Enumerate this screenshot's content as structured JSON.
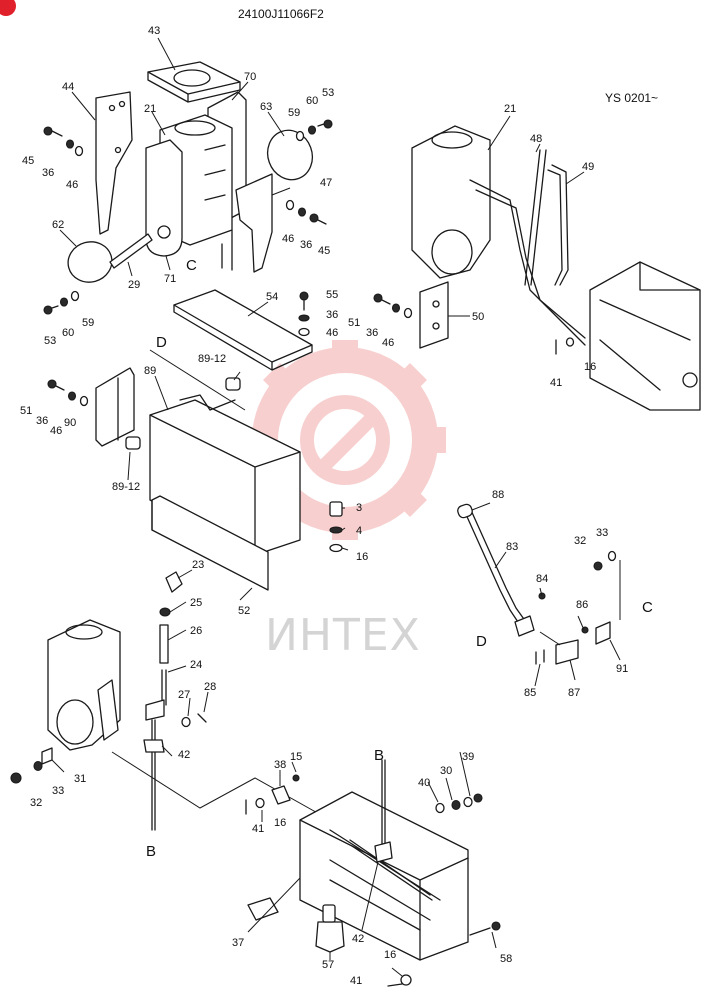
{
  "header": {
    "code": "24100J11066F2",
    "serial": "YS 0201~"
  },
  "watermark": {
    "text": "ИНТЕХ",
    "gear_color": "#f7c6c6",
    "text_color": "#d4d4d4"
  },
  "callouts": {
    "A": [
      "43",
      "44",
      "70",
      "45",
      "36",
      "46",
      "21",
      "63",
      "59",
      "60",
      "53",
      "47",
      "71",
      "62",
      "29",
      "53",
      "60",
      "59",
      "46",
      "36",
      "45",
      "54",
      "55",
      "36",
      "46",
      "51",
      "36",
      "46",
      "50",
      "21",
      "48",
      "49",
      "41",
      "16",
      "51",
      "36",
      "46",
      "90",
      "89",
      "89-12",
      "89-12",
      "3",
      "4",
      "16",
      "52",
      "88",
      "83",
      "32",
      "33",
      "84",
      "86",
      "91",
      "85",
      "87",
      "23",
      "25",
      "26",
      "24",
      "27",
      "28",
      "42",
      "31",
      "32",
      "33",
      "15",
      "38",
      "41",
      "16",
      "40",
      "30",
      "39",
      "37",
      "42",
      "57",
      "16",
      "41",
      "58"
    ]
  },
  "section_markers": {
    "C": "C",
    "D": "D",
    "B": "B"
  },
  "badge": {
    "color": "#e0202a"
  }
}
